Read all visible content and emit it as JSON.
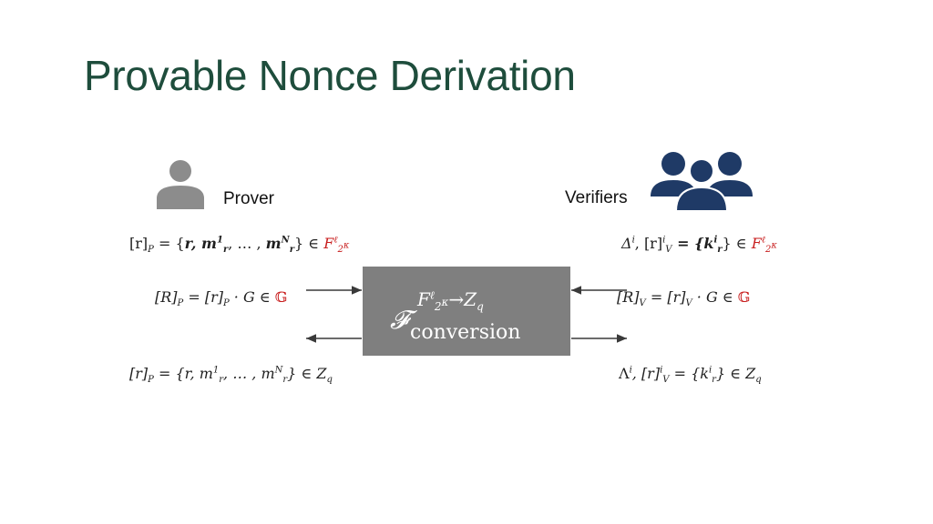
{
  "slide": {
    "title": "Provable Nonce Derivation"
  },
  "prover": {
    "label": "Prover",
    "icon": "person-icon",
    "eq1": {
      "lhs": "[r]",
      "lhs_sub": "P",
      "set_open": " = {",
      "set_items": "r, m",
      "item_sup": "1",
      "item_sub": "r",
      "ellipsis": ", … , ",
      "last_item": "m",
      "last_sup": "N",
      "last_sub": "r",
      "set_close": "} ∈ ",
      "field": "F",
      "field_sup": "ℓ",
      "field_sub": "2",
      "field_sub_sup": "κ"
    },
    "eq2": {
      "lhs": "[R]",
      "lhs_sub": "P",
      "mid": " = [r]",
      "mid_sub": "P",
      "tail": " · G ∈ ",
      "group": "𝔾"
    },
    "eq3": {
      "lhs": "[r]",
      "lhs_sub": "P",
      "set_open": " = {r, m",
      "item_sup": "1",
      "item_sub": "r",
      "ellipsis": ", … , m",
      "last_sup": "N",
      "last_sub": "r",
      "set_close": "} ∈ Z",
      "field_sub": "q"
    }
  },
  "verifiers": {
    "label": "Verifiers",
    "icon": "group-icon",
    "eq1": {
      "delta": "Δ",
      "delta_sup": "i",
      "mid": ", [r]",
      "mid_sup": "i",
      "mid_sub": "V",
      "set_open": " = {k",
      "k_sup": "i",
      "k_sub": "r",
      "set_close": "} ∈ ",
      "field": "F",
      "field_sup": "ℓ",
      "field_sub": "2",
      "field_sub_sup": "κ"
    },
    "eq2": {
      "lhs": "[R]",
      "lhs_sub": "V",
      "mid": " = [r]",
      "mid_sub": "V",
      "tail": " · G ∈ ",
      "group": "𝔾"
    },
    "eq3": {
      "lambda": "Λ",
      "lambda_sup": "i",
      "mid": ", [r]",
      "mid_sup": "i",
      "mid_sub": "V",
      "set_open": " = {k",
      "k_sup": "i",
      "k_sub": "r",
      "set_close": "} ∈ Z",
      "field_sub": "q"
    }
  },
  "functionality": {
    "script": "𝓕",
    "sup_field": "F",
    "sup_field_sup": "ℓ",
    "sup_field_sub": "2",
    "sup_field_sub_sup": "κ",
    "arrow": "→",
    "sup_target": "Z",
    "sup_target_sub": "q",
    "subscript": "conversion"
  },
  "colors": {
    "title": "#1e4d3c",
    "icons": "#1f3a66",
    "person": "#8c8c8c",
    "box": "#7f7f7f",
    "highlight": "#c81e1e"
  }
}
